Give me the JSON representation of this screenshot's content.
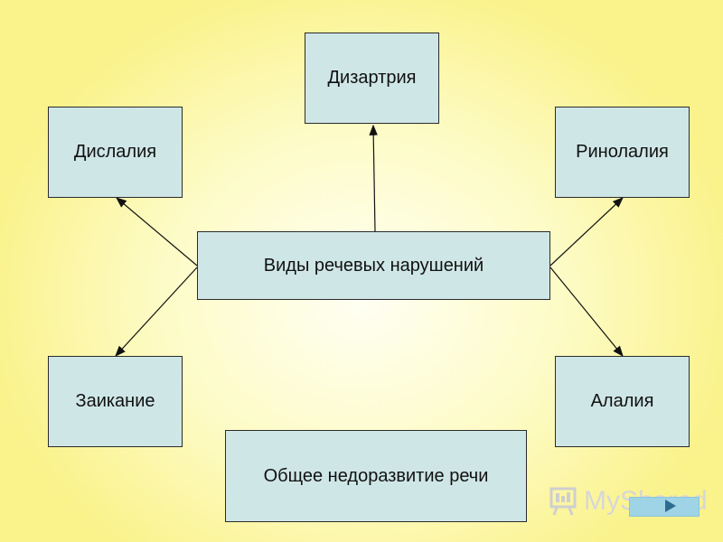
{
  "diagram": {
    "center": "Виды речевых нарушений",
    "top": "Дизартрия",
    "left_top": "Дислалия",
    "right_top": "Ринолалия",
    "left_bottom": "Заикание",
    "right_bottom": "Алалия",
    "bottom": "Общее недоразвитие речи"
  },
  "watermark": {
    "text": "MyShared"
  },
  "colors": {
    "box_fill": "#cfe6e6",
    "border": "#2b2b2b",
    "background": "#faf28a"
  }
}
